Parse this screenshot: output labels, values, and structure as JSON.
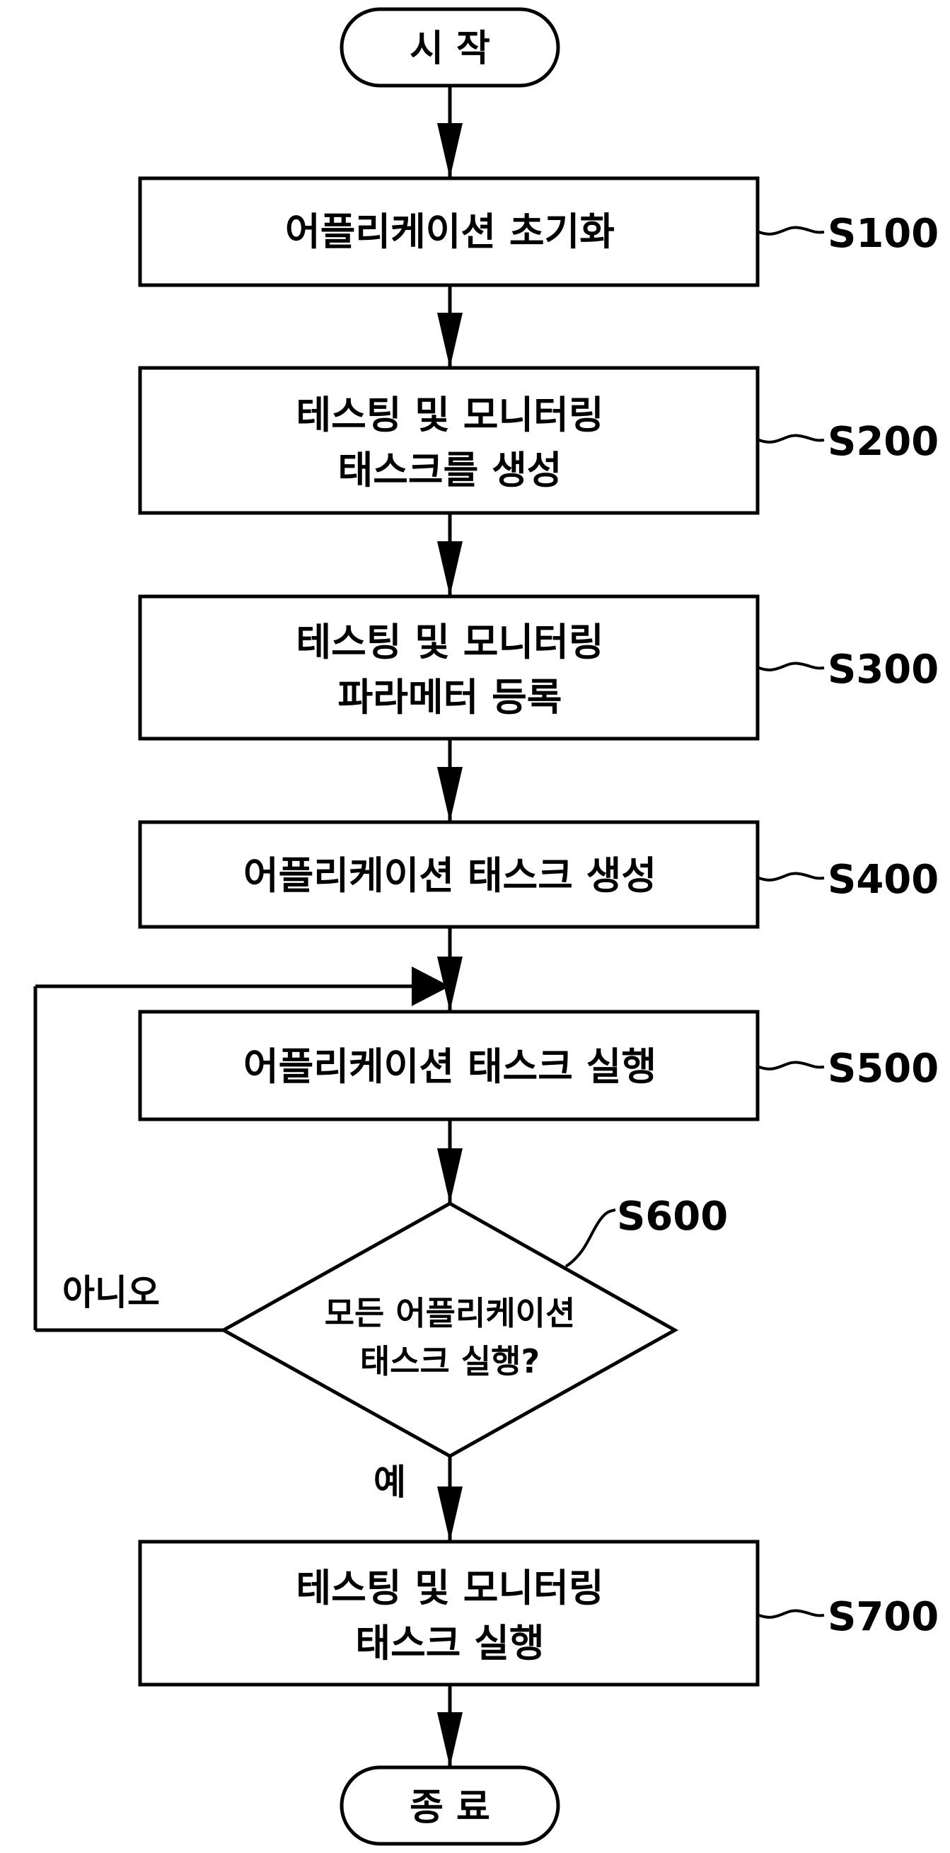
{
  "start": {
    "label": "시 작"
  },
  "end": {
    "label": "종 료"
  },
  "steps": [
    {
      "id": "S100",
      "lines": [
        "어플리케이션 초기화"
      ]
    },
    {
      "id": "S200",
      "lines": [
        "테스팅 및 모니터링",
        "태스크를 생성"
      ]
    },
    {
      "id": "S300",
      "lines": [
        "테스팅 및 모니터링",
        "파라메터 등록"
      ]
    },
    {
      "id": "S400",
      "lines": [
        "어플리케이션 태스크 생성"
      ]
    },
    {
      "id": "S500",
      "lines": [
        "어플리케이션 태스크 실행"
      ]
    },
    {
      "id": "S700",
      "lines": [
        "테스팅 및 모니터링",
        "태스크 실행"
      ]
    }
  ],
  "decision": {
    "id": "S600",
    "lines": [
      "모든 어플리케이션",
      "태스크 실행?"
    ],
    "no_label": "아니오",
    "yes_label": "예"
  }
}
